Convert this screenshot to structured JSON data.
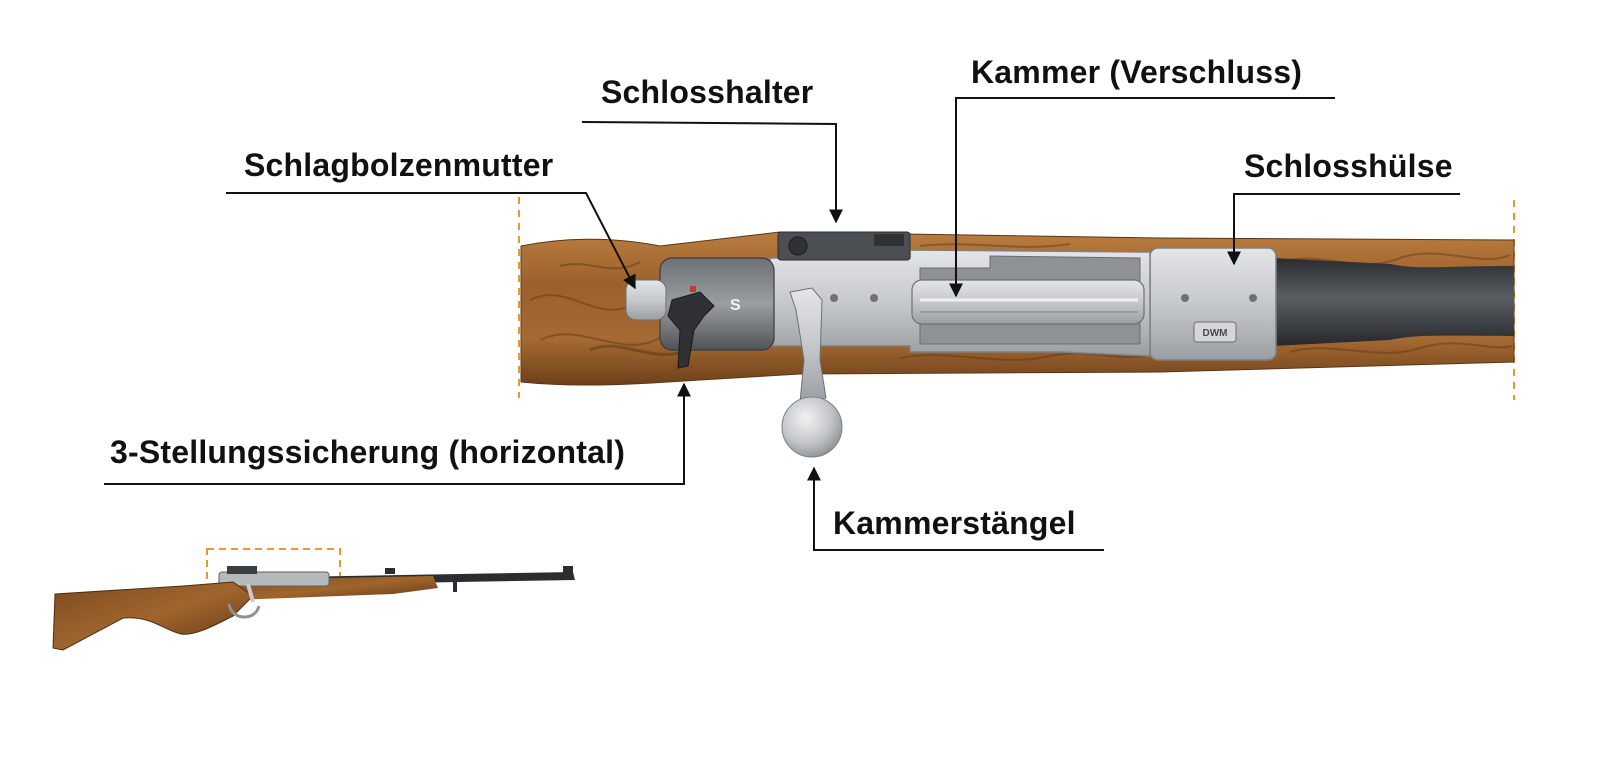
{
  "labels": {
    "schlosshalter": "Schlosshalter",
    "kammer": "Kammer (Verschluss)",
    "schlagbolzenmutter": "Schlagbolzenmutter",
    "schlosshuelse": "Schlosshülse",
    "sicherung": "3-Stellungssicherung (horizontal)",
    "kammerstaengel": "Kammerstängel"
  },
  "colors": {
    "wood_base": "#9a5e2a",
    "wood_dark": "#5b3517",
    "wood_light": "#c08a4e",
    "steel": "#c9cbcd",
    "steel_dark": "#8f9295",
    "barrel": "#3a3d40",
    "leader_line": "#111111",
    "marker_dash": "#e69a2e"
  }
}
